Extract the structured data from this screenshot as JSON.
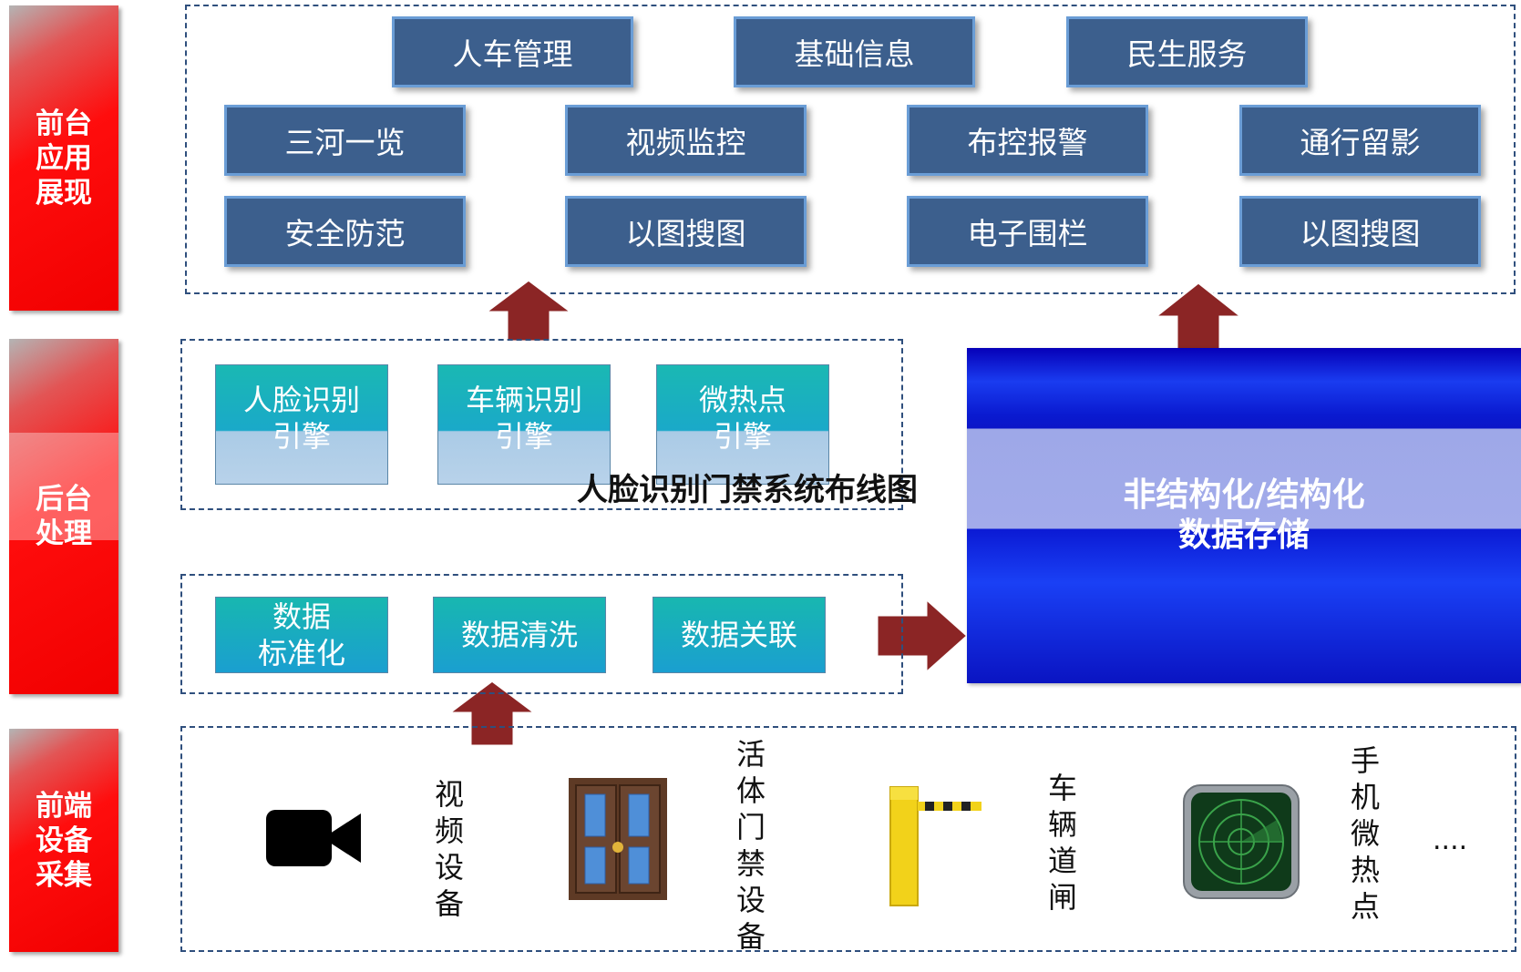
{
  "layers": {
    "front_app": [
      "前台",
      "应用",
      "展现"
    ],
    "backend": [
      "后台",
      "处理"
    ],
    "front_device": [
      "前端",
      "设备",
      "采集"
    ]
  },
  "apps": {
    "row1": [
      "人车管理",
      "基础信息",
      "民生服务"
    ],
    "row2": [
      "三河一览",
      "视频监控",
      "布控报警",
      "通行留影"
    ],
    "row3": [
      "安全防范",
      "以图搜图",
      "电子围栏",
      "以图搜图"
    ]
  },
  "engines": [
    {
      "line1": "人脸识别",
      "line2": "引擎"
    },
    {
      "line1": "车辆识别",
      "line2": "引擎"
    },
    {
      "line1": "微热点",
      "line2": "引擎"
    }
  ],
  "processing": [
    {
      "line1": "数据",
      "line2": "标准化"
    },
    {
      "line1": "数据清洗",
      "line2": ""
    },
    {
      "line1": "数据关联",
      "line2": ""
    }
  ],
  "storage": {
    "line1": "非结构化/结构化",
    "line2": "数据存储"
  },
  "overlay_title": "人脸识别门禁系统布线图",
  "devices": {
    "video": [
      "视",
      "频",
      "设",
      "备"
    ],
    "door": [
      "活",
      "体",
      "门",
      "禁",
      "设",
      "备"
    ],
    "gate": [
      "车",
      "辆",
      "道",
      "闸"
    ],
    "wifi": [
      "手",
      "机",
      "微",
      "热",
      "点"
    ],
    "more": "...."
  },
  "colors": {
    "layer_red": "#f10000",
    "app_blue": "#3c5f8d",
    "engine_teal": "#1ab8b3",
    "storage_blue": "#0b1ad4",
    "arrow_red": "#8b2525"
  }
}
